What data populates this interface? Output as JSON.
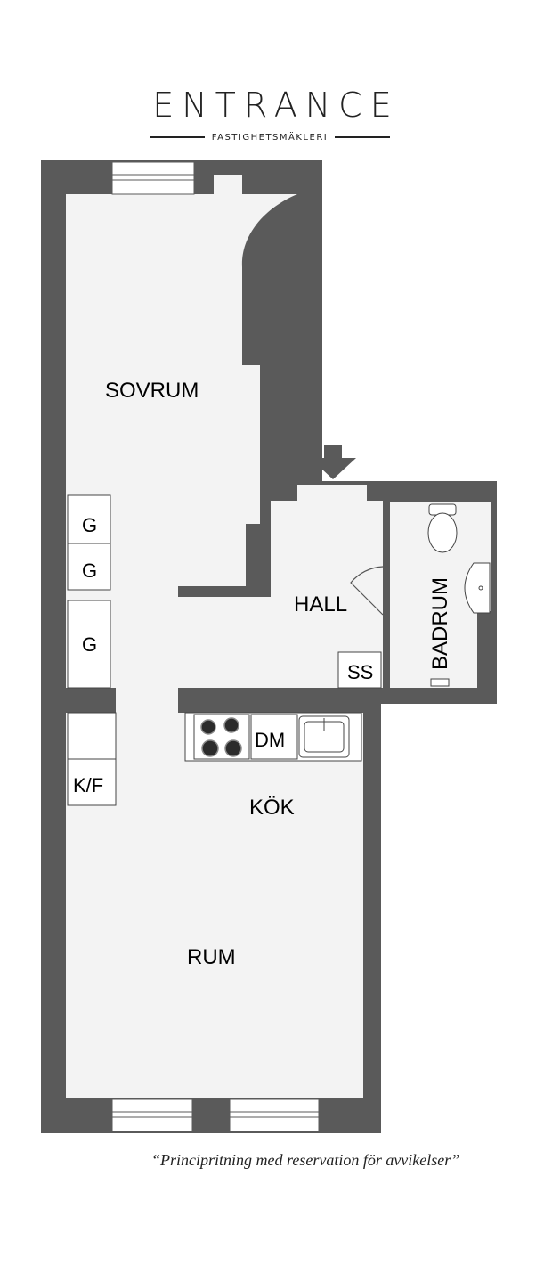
{
  "brand": {
    "name": "ENTRANCE",
    "tagline": "FASTIGHETSMÄKLERI"
  },
  "rooms": {
    "sovrum": "SOVRUM",
    "hall": "HALL",
    "badrum": "BADRUM",
    "kok": "KÖK",
    "rum": "RUM"
  },
  "fixtures": {
    "wardrobe_1": "G",
    "wardrobe_2": "G",
    "wardrobe_3": "G",
    "fridge_freezer": "K/F",
    "dishwasher": "DM",
    "storage": "SS"
  },
  "disclaimer": "“Principritning med reservation för avvikelser”",
  "colors": {
    "wall": "#5a5a5a",
    "floor": "#f3f3f3",
    "label": "#000000"
  }
}
